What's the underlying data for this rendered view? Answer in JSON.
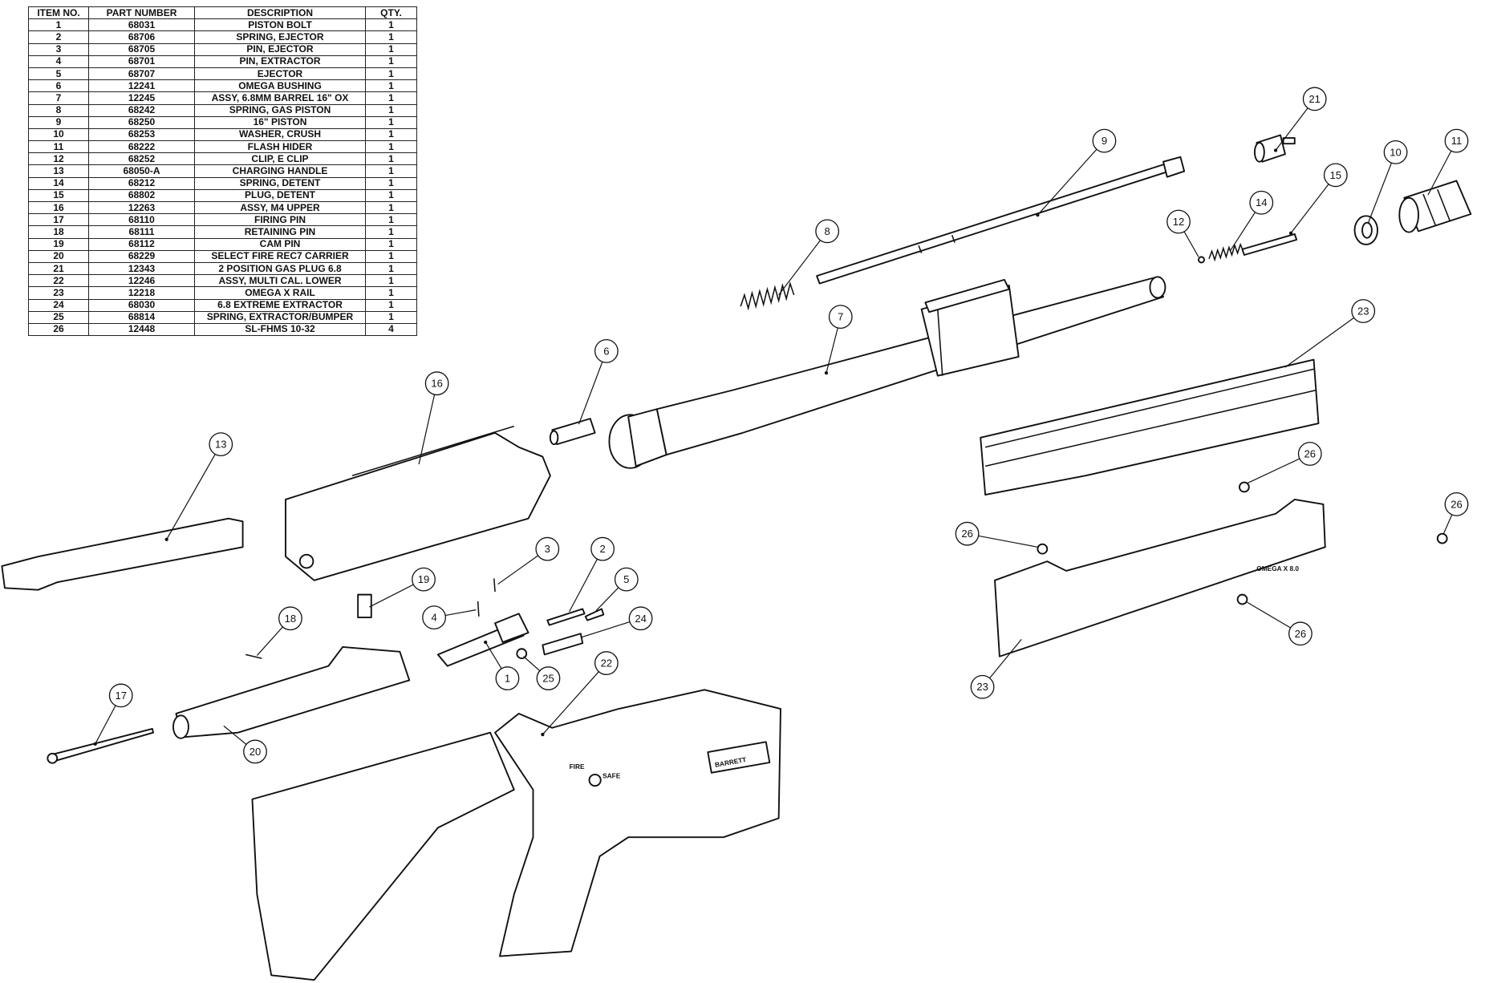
{
  "bom": {
    "headers": [
      "ITEM NO.",
      "PART NUMBER",
      "DESCRIPTION",
      "QTY."
    ],
    "rows": [
      [
        "1",
        "68031",
        "PISTON BOLT",
        "1"
      ],
      [
        "2",
        "68706",
        "SPRING, EJECTOR",
        "1"
      ],
      [
        "3",
        "68705",
        "PIN, EJECTOR",
        "1"
      ],
      [
        "4",
        "68701",
        "PIN, EXTRACTOR",
        "1"
      ],
      [
        "5",
        "68707",
        "EJECTOR",
        "1"
      ],
      [
        "6",
        "12241",
        "OMEGA BUSHING",
        "1"
      ],
      [
        "7",
        "12245",
        "ASSY, 6.8MM BARREL 16\" OX",
        "1"
      ],
      [
        "8",
        "68242",
        "SPRING, GAS PISTON",
        "1"
      ],
      [
        "9",
        "68250",
        "16\" PISTON",
        "1"
      ],
      [
        "10",
        "68253",
        "WASHER, CRUSH",
        "1"
      ],
      [
        "11",
        "68222",
        "FLASH HIDER",
        "1"
      ],
      [
        "12",
        "68252",
        "CLIP, E CLIP",
        "1"
      ],
      [
        "13",
        "68050-A",
        "CHARGING HANDLE",
        "1"
      ],
      [
        "14",
        "68212",
        "SPRING, DETENT",
        "1"
      ],
      [
        "15",
        "68802",
        "PLUG, DETENT",
        "1"
      ],
      [
        "16",
        "12263",
        "ASSY, M4 UPPER",
        "1"
      ],
      [
        "17",
        "68110",
        "FIRING PIN",
        "1"
      ],
      [
        "18",
        "68111",
        "RETAINING PIN",
        "1"
      ],
      [
        "19",
        "68112",
        "CAM PIN",
        "1"
      ],
      [
        "20",
        "68229",
        "SELECT FIRE REC7 CARRIER",
        "1"
      ],
      [
        "21",
        "12343",
        "2 POSITION GAS PLUG 6.8",
        "1"
      ],
      [
        "22",
        "12246",
        "ASSY, MULTI CAL. LOWER",
        "1"
      ],
      [
        "23",
        "12218",
        "OMEGA X RAIL",
        "1"
      ],
      [
        "24",
        "68030",
        "6.8 EXTREME EXTRACTOR",
        "1"
      ],
      [
        "25",
        "68814",
        "SPRING, EXTRACTOR/BUMPER",
        "1"
      ],
      [
        "26",
        "12448",
        "SL-FHMS 10-32",
        "4"
      ]
    ]
  },
  "callouts": {
    "c1": "1",
    "c2": "2",
    "c3": "3",
    "c4": "4",
    "c5": "5",
    "c6": "6",
    "c7": "7",
    "c8": "8",
    "c9": "9",
    "c10": "10",
    "c11": "11",
    "c12": "12",
    "c13": "13",
    "c14": "14",
    "c15": "15",
    "c16": "16",
    "c17": "17",
    "c18": "18",
    "c19": "19",
    "c20": "20",
    "c21": "21",
    "c22": "22",
    "c23a": "23",
    "c23b": "23",
    "c24": "24",
    "c25": "25",
    "c26a": "26",
    "c26b": "26",
    "c26c": "26",
    "c26d": "26"
  },
  "markings": {
    "fire": "FIRE",
    "safe": "SAFE",
    "brand": "BARRETT",
    "rail": "OMEGA X 8.0"
  }
}
